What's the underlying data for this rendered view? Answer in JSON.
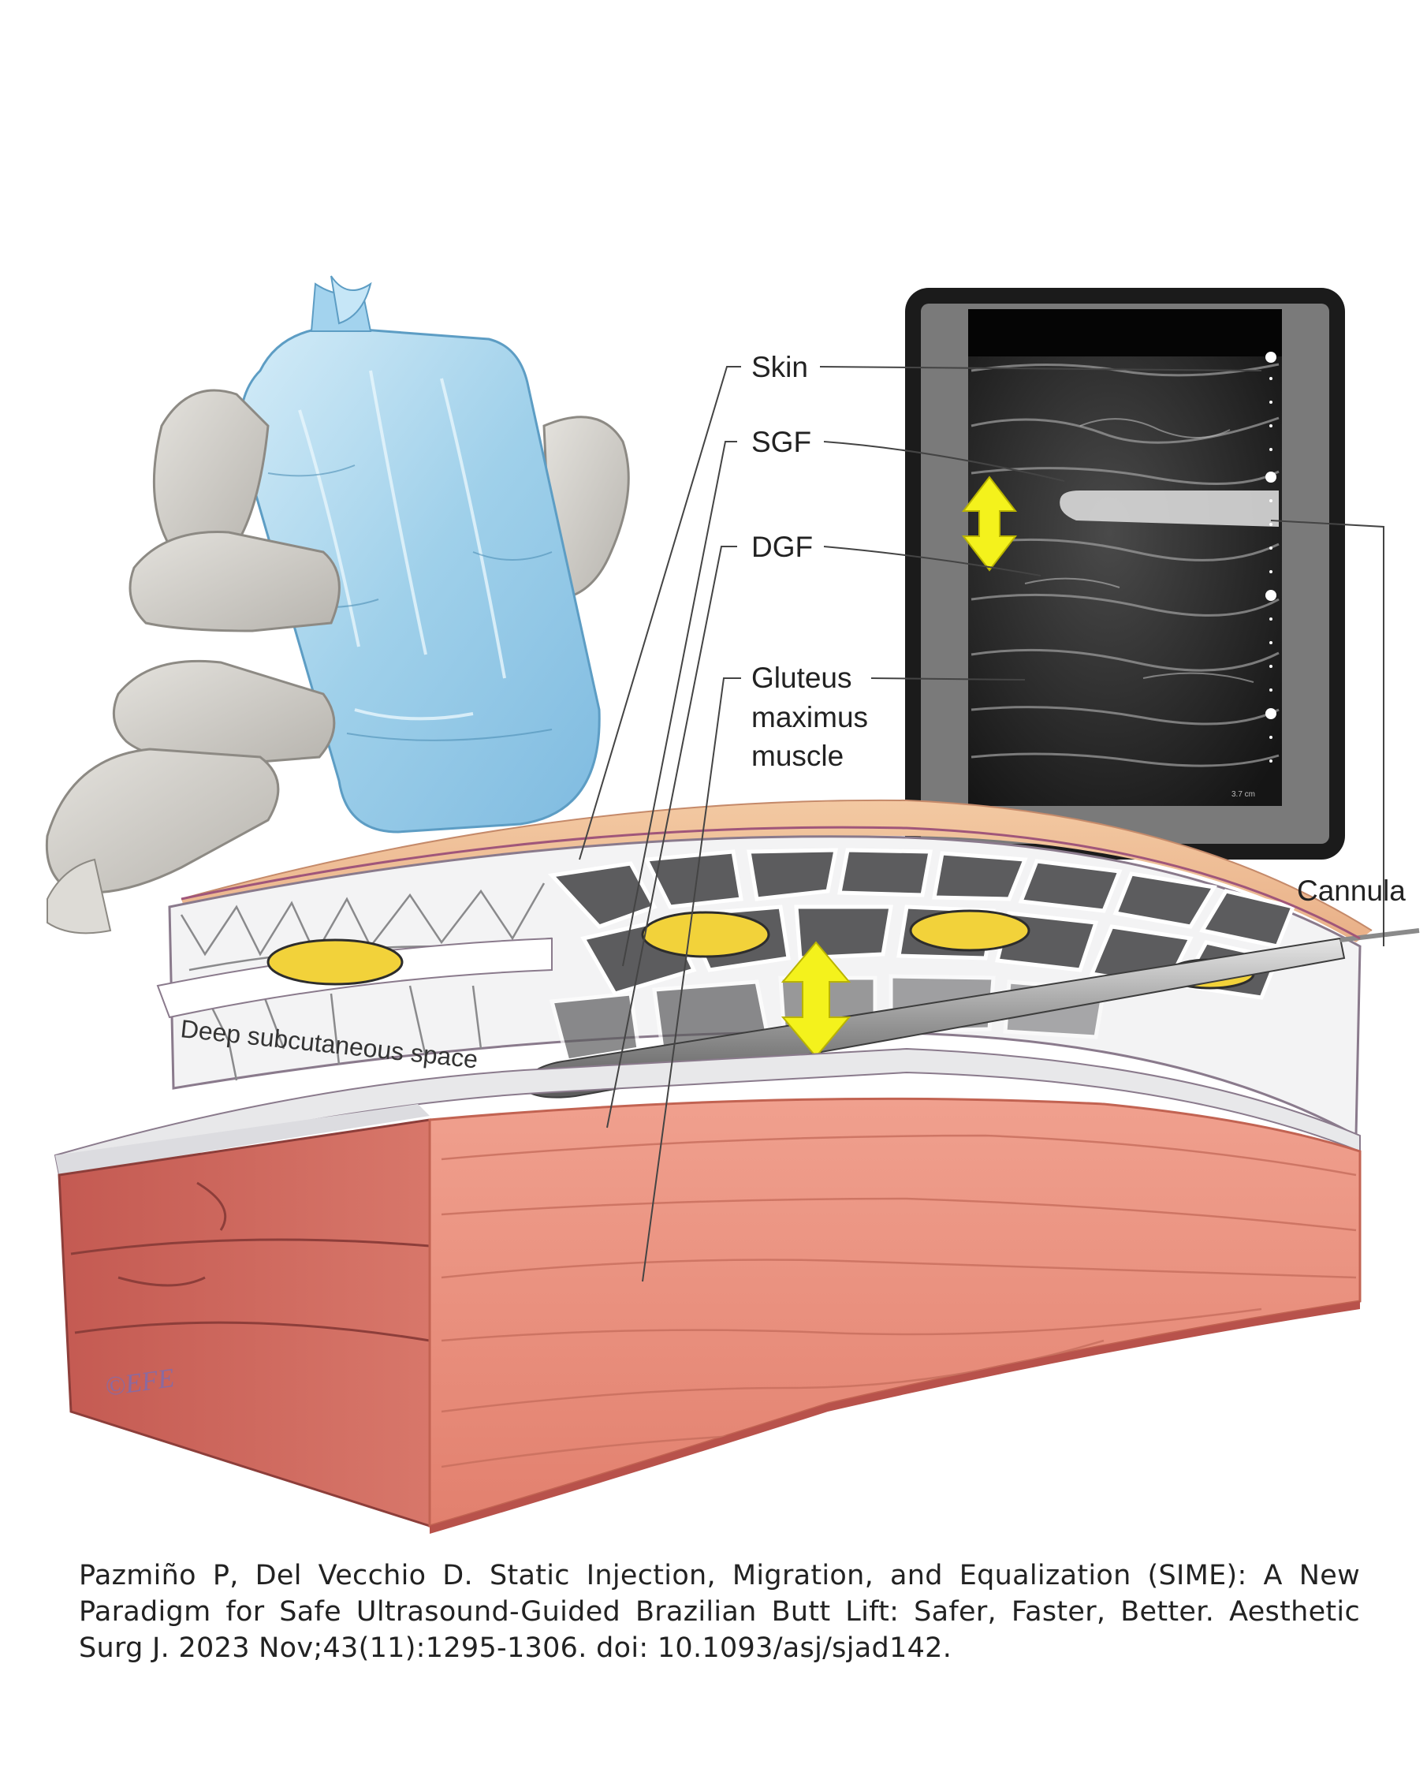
{
  "labels": {
    "skin": "Skin",
    "sgf": "SGF",
    "dgf": "DGF",
    "gluteus_line1": "Gluteus",
    "gluteus_line2": "maximus",
    "gluteus_line3": "muscle",
    "cannula": "Cannula",
    "deep_space": "Deep subcutaneous space",
    "scale": "3.7 cm"
  },
  "signature": "©EFE",
  "citation": "Pazmiño P, Del Vecchio D. Static Injection, Migration, and Equalization (SIME): A New Paradigm for Safe Ultrasound-Guided Brazilian Butt Lift: Safer, Faster, Better. Aesthetic Surg J. 2023 Nov;43(11):1295-1306. doi: 10.1093/asj/sjad142.",
  "colors": {
    "muscle": "#e98d7c",
    "muscle_dark": "#b8524b",
    "fat": "#f2d23a",
    "arrow": "#f4f21c",
    "probe": "#a9d7ef",
    "glove": "#cfcdc8"
  }
}
